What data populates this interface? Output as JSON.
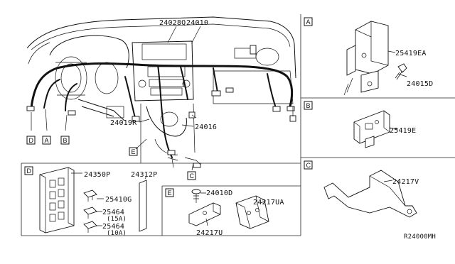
{
  "diagram": {
    "callouts": {
      "p24028q": "24028Q",
      "p24010": "24010",
      "p24019r": "24019R",
      "p24016": "24016",
      "p25419ea": "25419EA",
      "p24015d": "24015D",
      "p25419e": "25419E",
      "p24217v": "24217V",
      "p24350p": "24350P",
      "p24312p": "24312P",
      "p25410g": "25410G",
      "p25464a": "25464",
      "p25464a_note": "(15A)",
      "p25464b": "25464",
      "p25464b_note": "(10A)",
      "p24010d": "24010D",
      "p24217ua": "24217UA",
      "p24217u": "24217U"
    },
    "view_markers": {
      "main_d": "D",
      "main_a": "A",
      "main_b": "B",
      "main_e": "E",
      "main_c": "C"
    },
    "panels": {
      "a": "A",
      "b": "B",
      "c": "C",
      "d": "D",
      "e": "E"
    },
    "diagram_code": "R24000MH"
  }
}
